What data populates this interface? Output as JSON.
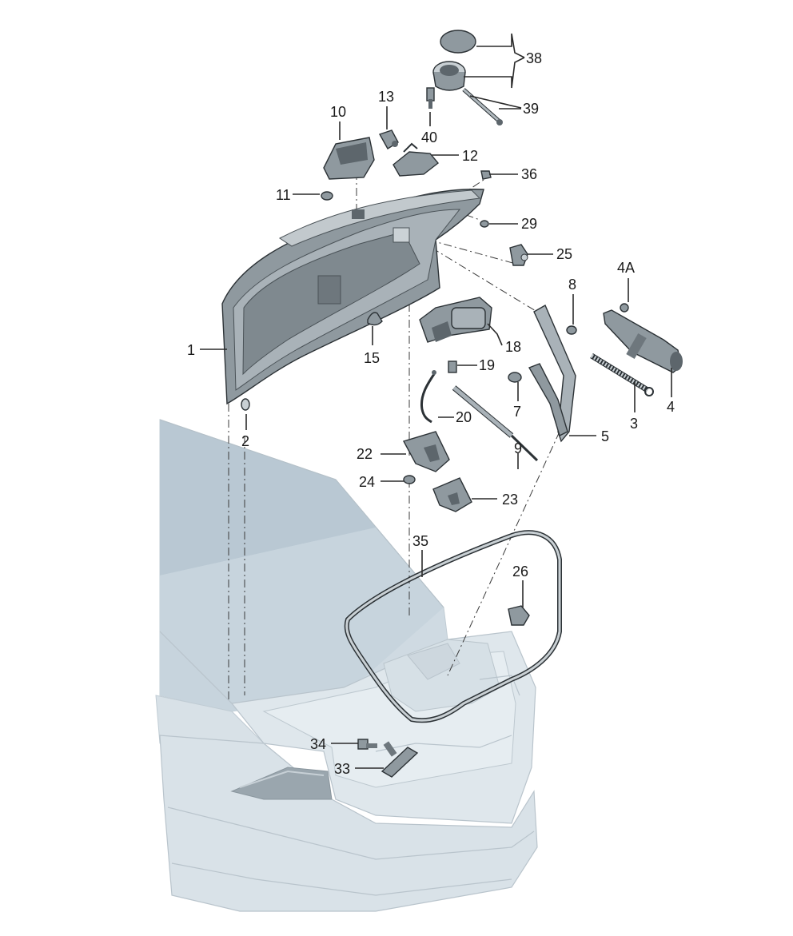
{
  "callouts": {
    "c1": "1",
    "c2": "2",
    "c3": "3",
    "c4": "4",
    "c4a": "4A",
    "c5": "5",
    "c7": "7",
    "c8": "8",
    "c9": "9",
    "c10": "10",
    "c11": "11",
    "c12": "12",
    "c13": "13",
    "c15": "15",
    "c18": "18",
    "c19": "19",
    "c20": "20",
    "c22": "22",
    "c23": "23",
    "c24": "24",
    "c25": "25",
    "c26": "26",
    "c29": "29",
    "c33": "33",
    "c34": "34",
    "c35": "35",
    "c36": "36",
    "c38": "38",
    "c39": "39",
    "c40": "40"
  },
  "colors": {
    "part_fill": "#8f999f",
    "part_dark": "#5d666c",
    "part_light": "#c9d0d4",
    "car_body": "#dbe4ea",
    "car_shadow": "#b8c7d1",
    "line": "#2a2a2a"
  }
}
